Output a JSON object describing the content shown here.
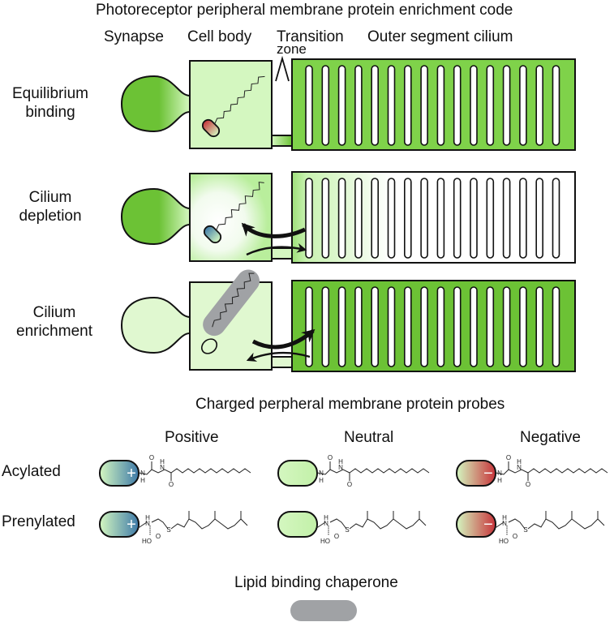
{
  "title": "Photoreceptor peripheral membrane protein enrichment code",
  "compartments": {
    "synapse": "Synapse",
    "cell_body": "Cell body",
    "transition_zone_line1": "Transition",
    "transition_zone_line2": "zone",
    "outer_segment": "Outer segment cilium"
  },
  "states": [
    {
      "line1": "Equilibrium",
      "line2": "binding",
      "synapse_fill": "#6cc235",
      "body_fill": "#d4f7c0",
      "cilium_fill": "#7fd24a",
      "probe_charge": "negative",
      "transport": "none"
    },
    {
      "line1": "Cilium",
      "line2": "depletion",
      "synapse_fill": "#6cc235",
      "body_fill": "#c8f2b0",
      "cilium_fill": "#ffffff",
      "probe_charge": "positive",
      "transport": "retrograde"
    },
    {
      "line1": "Cilium",
      "line2": "enrichment",
      "synapse_fill": "#e0f8d0",
      "body_fill": "#e0f8d0",
      "cilium_fill": "#6cc235",
      "probe_charge": "neutral-chaperone",
      "transport": "anterograde"
    }
  ],
  "disc_count": 16,
  "probes": {
    "title": "Charged perpheral membrane protein probes",
    "columns": [
      "Positive",
      "Neutral",
      "Negative"
    ],
    "rows": [
      "Acylated",
      "Prenylated"
    ],
    "charge_symbols": {
      "positive": "+",
      "neutral": "",
      "negative": "−"
    },
    "acyl_labels": {
      "o": "O",
      "h": "H",
      "n": "N"
    },
    "prenyl_labels": {
      "h": "H",
      "n": "N",
      "s": "S",
      "o": "O",
      "ho": "HO"
    }
  },
  "chaperone": {
    "label": "Lipid binding chaperone",
    "color": "#a0a2a5"
  },
  "colors": {
    "green_dark": "#6cc235",
    "green_mid": "#7fd24a",
    "green_light": "#d4f7c0",
    "positive_blue": "#3e7aa8",
    "negative_red": "#c8333a"
  }
}
